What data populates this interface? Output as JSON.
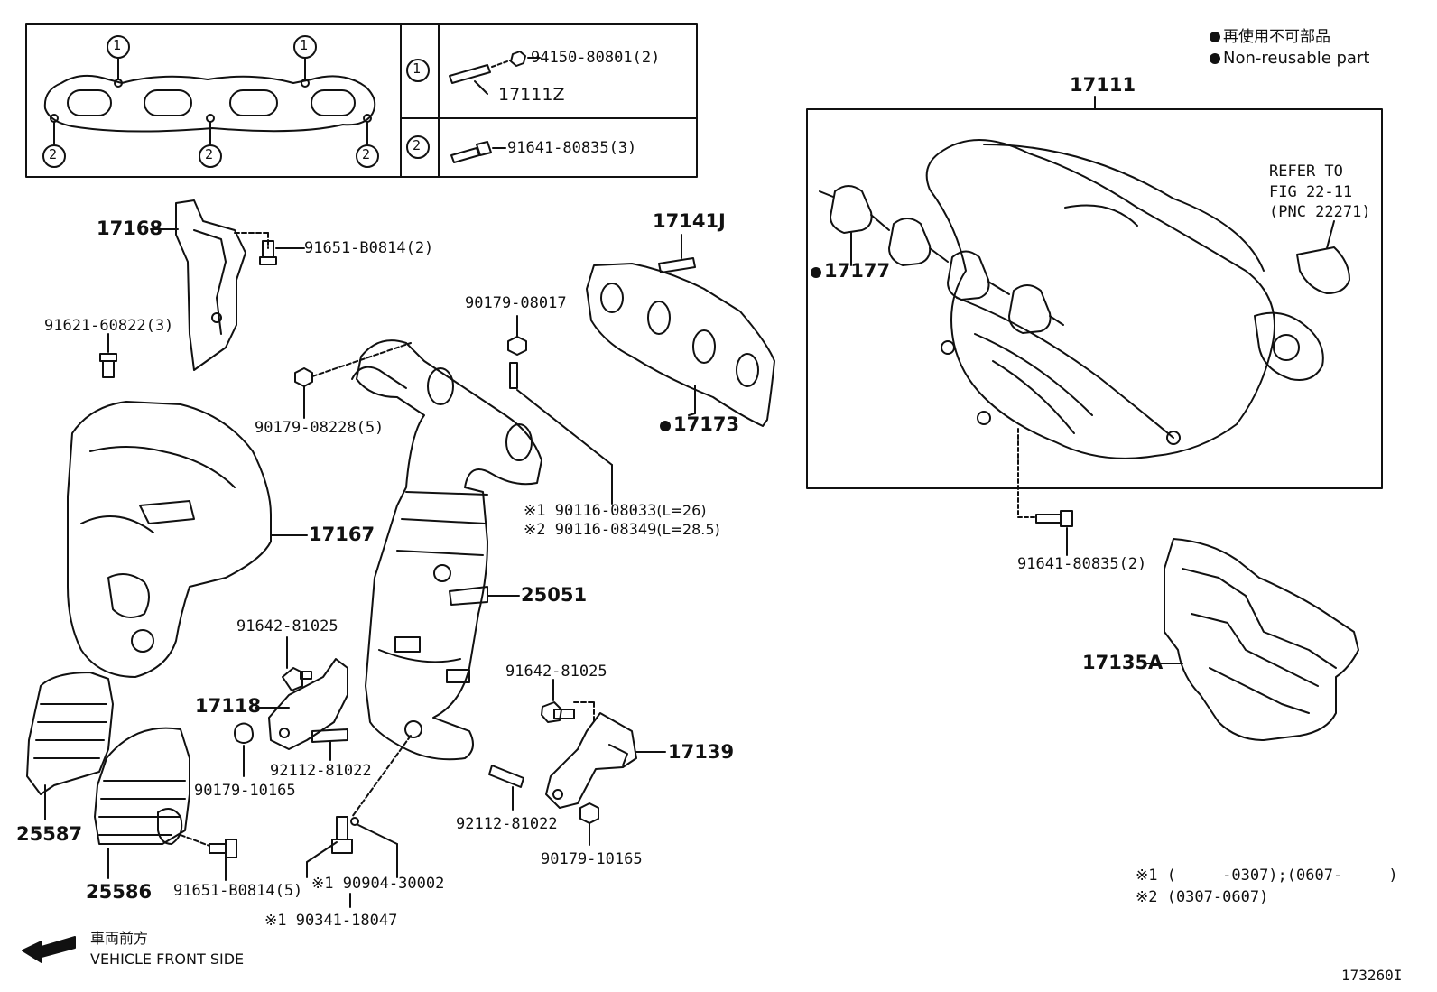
{
  "legend": {
    "jp": "再使用不可部品",
    "en": "Non-reusable part"
  },
  "inset": {
    "circle1": "1",
    "circle2": "2",
    "row1_part": "94150-80801(2)",
    "row1_stud": "17111Z",
    "row2_part": "91641-80835(3)"
  },
  "labels": {
    "p17111": "17111",
    "refer_to": "REFER TO",
    "fig": "FIG 22-11",
    "pnc": "(PNC 22271)",
    "p17177": "17177",
    "p91641_2": "91641-80835(2)",
    "p17135A": "17135A",
    "p17168": "17168",
    "p91651_2": "91651-B0814(2)",
    "p91621": "91621-60822(3)",
    "p17141J": "17141J",
    "p90179_08017": "90179-08017",
    "p17173": "17173",
    "p90179_08228": "90179-08228(5)",
    "p90116_1": "90116-08033",
    "p90116_1_len": "(L=26)",
    "p90116_2": "90116-08349",
    "p90116_2_len": "(L=28.5)",
    "mark1": "※1",
    "mark2": "※2",
    "p17167": "17167",
    "p25051": "25051",
    "p91642_a": "91642-81025",
    "p17118": "17118",
    "p91642_b": "91642-81025",
    "p17139": "17139",
    "p92112_a": "92112-81022",
    "p90179_10165_a": "90179-10165",
    "p92112_b": "92112-81022",
    "p90179_10165_b": "90179-10165",
    "p25587": "25587",
    "p25586": "25586",
    "p91651_5": "91651-B0814(5)",
    "p90904": "90904-30002",
    "p90341": "90341-18047",
    "note1": "※1 (     -0307);(0607-     )",
    "note2": "※2 (0307-0607)",
    "front_jp": "車両前方",
    "front_en": "VEHICLE FRONT SIDE",
    "fig_id": "173260I"
  }
}
